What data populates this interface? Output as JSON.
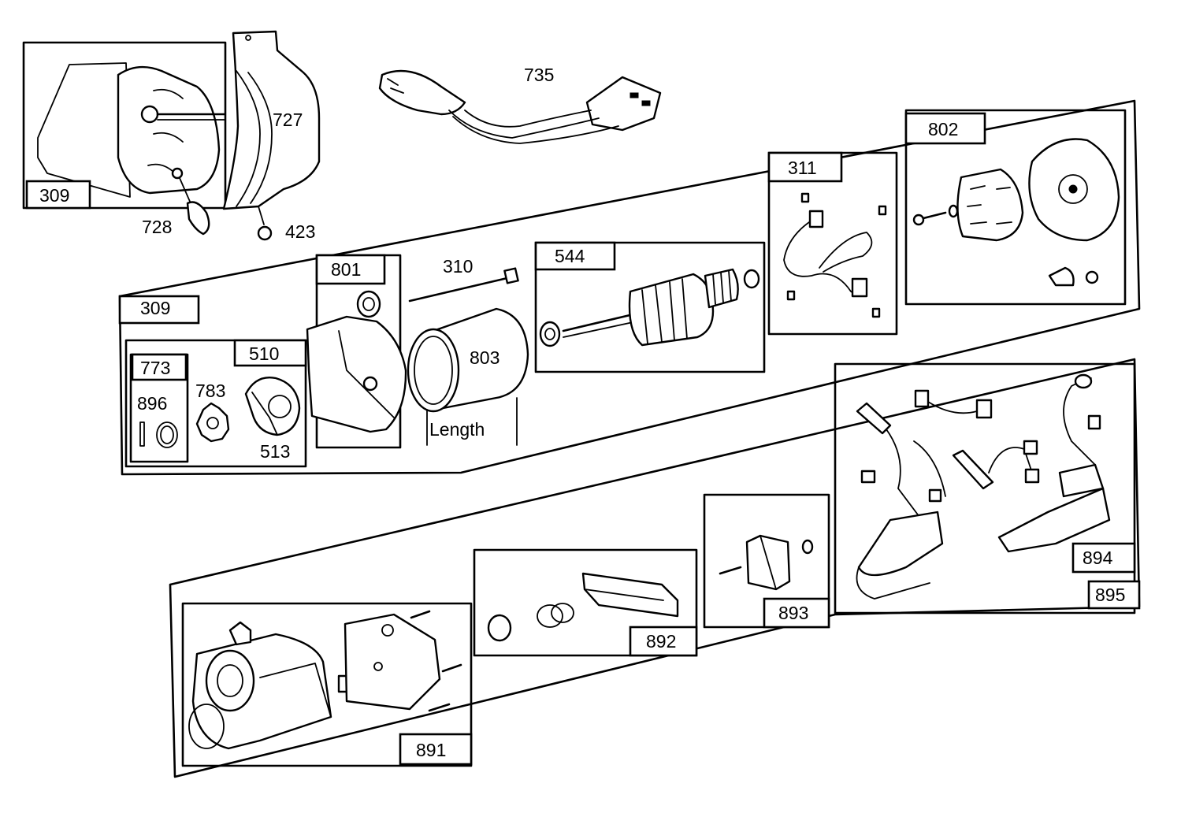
{
  "labels": {
    "box_309_top": "309",
    "p728": "728",
    "p727": "727",
    "p423": "423",
    "p735": "735",
    "box_309_mid": "309",
    "box_801": "801",
    "p310": "310",
    "box_544": "544",
    "box_311": "311",
    "box_802": "802",
    "box_510": "510",
    "box_773": "773",
    "p896": "896",
    "p783": "783",
    "p513": "513",
    "p803": "803",
    "length": "Length",
    "box_891": "891",
    "box_892": "892",
    "box_893": "893",
    "box_894": "894",
    "box_895": "895"
  }
}
